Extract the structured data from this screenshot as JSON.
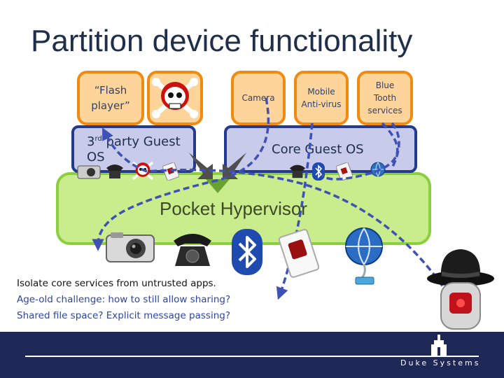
{
  "slide": {
    "title": "Partition device functionality",
    "apps": {
      "flash": "“Flash player”",
      "camera": "Camera",
      "antivirus": "Mobile Anti-virus",
      "bluetooth": "Blue Tooth services"
    },
    "guest_os_left": "3rd party Guest OS",
    "guest_os_left_sup": "rd",
    "guest_os_right": "Core Guest OS",
    "hypervisor": "Pocket Hypervisor",
    "notes": [
      "Isolate core services from untrusted apps.",
      "Age-old challenge: how to still allow sharing?",
      "Shared file space?  Explicit message passing?"
    ],
    "footer_logo": "Duke Systems"
  },
  "colors": {
    "title": "#1f2f4a",
    "app_border": "#f08a10",
    "app_fill": "#fdd59b",
    "os_fill": "#c8cbe9",
    "os_border": "#233a8e",
    "hyp_fill": "#c9ec8c",
    "hyp_border": "#8ccf3e",
    "arrow": "#3f51b5",
    "footer": "#1d2856",
    "note_blue": "#2c46a8"
  },
  "icons": [
    "skull-crossbones-icon",
    "camera-icon",
    "telephone-icon",
    "bluetooth-icon",
    "sim-card-icon",
    "network-globe-icon",
    "black-hat-icon",
    "security-token-icon",
    "duke-chapel-logo-icon",
    "merge-arrows-icon"
  ]
}
